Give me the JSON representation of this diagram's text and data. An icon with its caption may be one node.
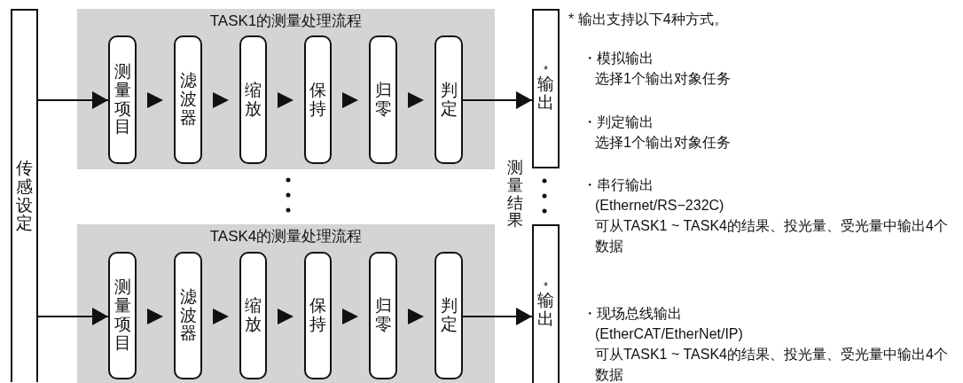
{
  "diagram": {
    "nodes": [
      {
        "text": [
          "传感设定"
        ]
      },
      {
        "text": [
          "TASK1的测量处理流程"
        ]
      },
      {
        "text": [
          "测量项目"
        ],
        "in": 1
      },
      {
        "text": [
          "滤波器"
        ],
        "in": 1
      },
      {
        "text": [
          "缩放"
        ],
        "in": 1
      },
      {
        "text": [
          "保持"
        ],
        "in": 1
      },
      {
        "text": [
          "归零"
        ],
        "in": 1
      },
      {
        "text": [
          "判定"
        ],
        "in": 1
      },
      {
        "text": [
          "*",
          "输出"
        ]
      },
      {
        "text": [
          "TASK4的测量处理流程"
        ]
      },
      {
        "text": [
          "测量项目"
        ],
        "in": 9
      },
      {
        "text": [
          "滤波器"
        ],
        "in": 9
      },
      {
        "text": [
          "缩放"
        ],
        "in": 9
      },
      {
        "text": [
          "保持"
        ],
        "in": 9
      },
      {
        "text": [
          "归零"
        ],
        "in": 9
      },
      {
        "text": [
          "判定"
        ],
        "in": 9
      },
      {
        "text": [
          "*",
          "输出"
        ]
      }
    ],
    "edges": [
      {
        "from": 0,
        "to": 2,
        "arrow": "to"
      },
      {
        "from": 2,
        "to": 3,
        "arrow": "to"
      },
      {
        "from": 3,
        "to": 4,
        "arrow": "to"
      },
      {
        "from": 4,
        "to": 5,
        "arrow": "to"
      },
      {
        "from": 5,
        "to": 6,
        "arrow": "to"
      },
      {
        "from": 6,
        "to": 7,
        "arrow": "to"
      },
      {
        "from": 7,
        "to": 8,
        "arrow": "to"
      },
      {
        "from": 0,
        "to": 10,
        "arrow": "to"
      },
      {
        "from": 10,
        "to": 11,
        "arrow": "to"
      },
      {
        "from": 11,
        "to": 12,
        "arrow": "to"
      },
      {
        "from": 12,
        "to": 13,
        "arrow": "to"
      },
      {
        "from": 13,
        "to": 14,
        "arrow": "to"
      },
      {
        "from": 14,
        "to": 15,
        "arrow": "to"
      },
      {
        "from": 15,
        "to": 16,
        "arrow": "to"
      }
    ],
    "labels": [
      "测量结果",
      "* 输出支持以下4种方式。",
      "・模拟输出",
      "选择1个输出对象任务",
      "・判定输出",
      "选择1个输出对象任务",
      "・串行输出",
      "(Ethernet/RS−232C)",
      "可从TASK1 ~ TASK4的结果、投光量、受光量中输出4个数据",
      "・现场总线输出",
      "(EtherCAT/EtherNet/IP)",
      "可从TASK1 ~ TASK4的结果、投光量、受光量中输出4个数据"
    ]
  }
}
